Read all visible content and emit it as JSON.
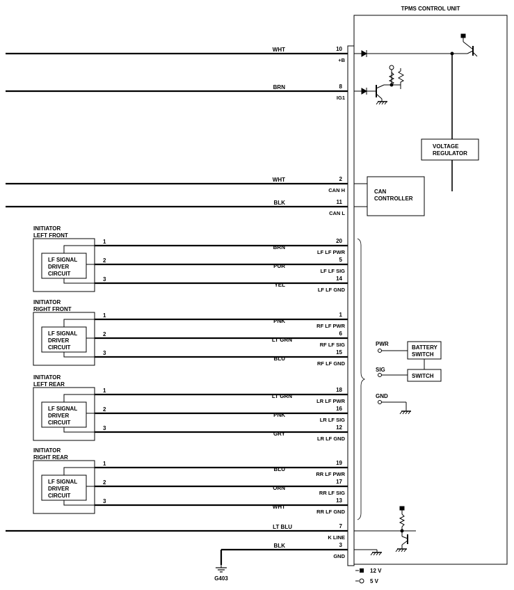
{
  "unit_title": "TPMS CONTROL UNIT",
  "voltage_regulator": [
    "VOLTAGE",
    "REGULATOR"
  ],
  "can_controller": [
    "CAN",
    "CONTROLLER"
  ],
  "battery_switch": [
    "BATTERY",
    "SWITCH"
  ],
  "switch_label": "SWITCH",
  "internal_labels": {
    "pwr": "PWR",
    "sig": "SIG",
    "gnd": "GND"
  },
  "ground_label": "G403",
  "legend": {
    "v12": "12 V",
    "v5": "5 V"
  },
  "top_wires": [
    {
      "color": "WHT",
      "pin": "10",
      "sig": "+B"
    },
    {
      "color": "BRN",
      "pin": "8",
      "sig": "IG1"
    },
    {
      "color": "WHT",
      "pin": "2",
      "sig": "CAN H"
    },
    {
      "color": "BLK",
      "pin": "11",
      "sig": "CAN L"
    }
  ],
  "initiators": [
    {
      "title": [
        "INITIATOR",
        "LEFT FRONT"
      ],
      "circuit": [
        "LF SIGNAL",
        "DRIVER",
        "CIRCUIT"
      ],
      "wires": [
        {
          "term": "1",
          "color": "BRN",
          "pin": "20",
          "sig": "LF LF PWR"
        },
        {
          "term": "2",
          "color": "PUR",
          "pin": "5",
          "sig": "LF LF SIG"
        },
        {
          "term": "3",
          "color": "YEL",
          "pin": "14",
          "sig": "LF LF GND"
        }
      ]
    },
    {
      "title": [
        "INITIATOR",
        "RIGHT FRONT"
      ],
      "circuit": [
        "LF SIGNAL",
        "DRIVER",
        "CIRCUIT"
      ],
      "wires": [
        {
          "term": "1",
          "color": "PNK",
          "pin": "1",
          "sig": "RF LF PWR"
        },
        {
          "term": "2",
          "color": "LT GRN",
          "pin": "6",
          "sig": "RF LF SIG"
        },
        {
          "term": "3",
          "color": "BLU",
          "pin": "15",
          "sig": "RF LF GND"
        }
      ]
    },
    {
      "title": [
        "INITIATOR",
        "LEFT REAR"
      ],
      "circuit": [
        "LF SIGNAL",
        "DRIVER",
        "CIRCUIT"
      ],
      "wires": [
        {
          "term": "1",
          "color": "LT GRN",
          "pin": "18",
          "sig": "LR LF PWR"
        },
        {
          "term": "2",
          "color": "PNK",
          "pin": "16",
          "sig": "LR LF SIG"
        },
        {
          "term": "3",
          "color": "GRY",
          "pin": "12",
          "sig": "LR LF GND"
        }
      ]
    },
    {
      "title": [
        "INITIATOR",
        "RIGHT REAR"
      ],
      "circuit": [
        "LF SIGNAL",
        "DRIVER",
        "CIRCUIT"
      ],
      "wires": [
        {
          "term": "1",
          "color": "BLU",
          "pin": "19",
          "sig": "RR LF PWR"
        },
        {
          "term": "2",
          "color": "ORN",
          "pin": "17",
          "sig": "RR LF SIG"
        },
        {
          "term": "3",
          "color": "WHT",
          "pin": "13",
          "sig": "RR LF GND"
        }
      ]
    }
  ],
  "bottom_wires": [
    {
      "color": "LT BLU",
      "pin": "7",
      "sig": "K LINE"
    },
    {
      "color": "BLK",
      "pin": "3",
      "sig": "GND"
    }
  ]
}
